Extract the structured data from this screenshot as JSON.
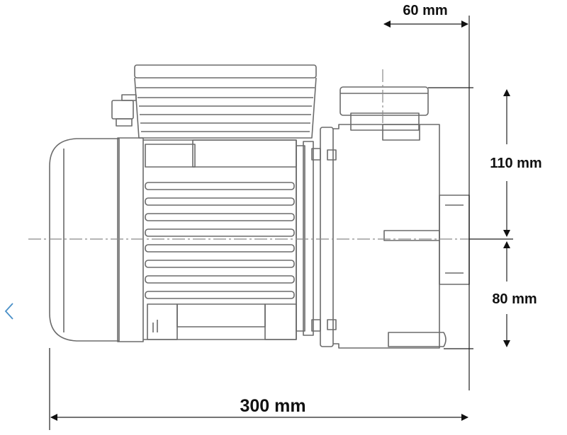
{
  "dimensions": {
    "outlet_offset": "60 mm",
    "upper_height": "110 mm",
    "lower_height": "80 mm",
    "total_length": "300 mm"
  },
  "navigation": {
    "prev_icon": "chevron-left-icon"
  },
  "colors": {
    "line": "#6b6b6b",
    "dim_line": "#222222",
    "nav": "#4a90c8"
  }
}
